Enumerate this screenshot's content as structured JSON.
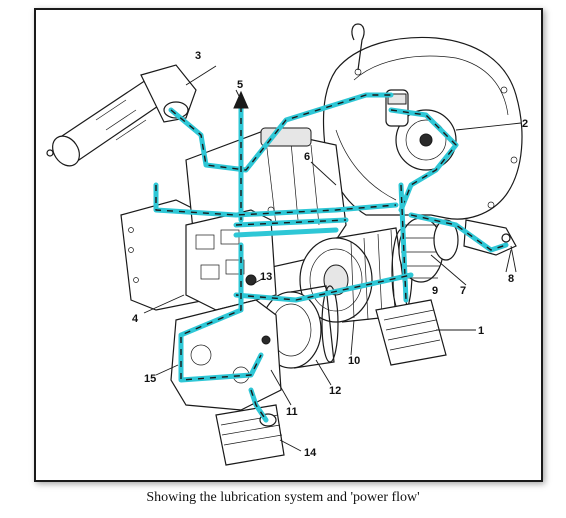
{
  "caption": "Showing the lubrication system and 'power flow'",
  "callouts": {
    "c1": "1",
    "c2": "2",
    "c3": "3",
    "c4": "4",
    "c5": "5",
    "c6": "6",
    "c7": "7",
    "c8": "8",
    "c9": "9",
    "c10": "10",
    "c11": "11",
    "c12": "12",
    "c13": "13",
    "c14": "14",
    "c15": "15"
  },
  "colors": {
    "oil_flow": "#2ec7d6",
    "ink": "#1a1a1a",
    "frame_border": "#1a1a1a"
  }
}
